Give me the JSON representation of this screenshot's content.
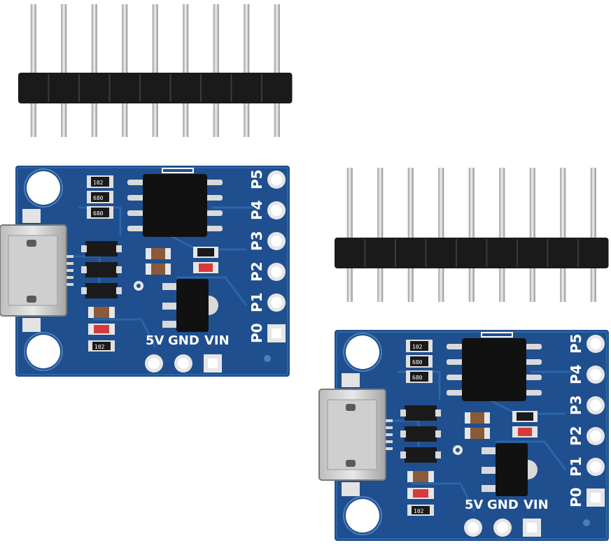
{
  "image": {
    "subject": "Two blue microcontroller development boards with two 9-pin male header strips",
    "colors": {
      "background": "#ffffff",
      "pcb_blue": "#1f4f8f",
      "pcb_edge": "#2a6fb0",
      "header_plastic": "#1a1a1a",
      "pin_metal": "#d9d9d9",
      "chip_black": "#111111"
    }
  },
  "board": {
    "pin_labels": [
      "P5",
      "P4",
      "P3",
      "P2",
      "P1",
      "P0"
    ],
    "power_labels": [
      "5V",
      "GND",
      "VIN"
    ],
    "resistor_codes": [
      "102",
      "680",
      "680",
      "102"
    ]
  },
  "header": {
    "pin_count": 9
  }
}
